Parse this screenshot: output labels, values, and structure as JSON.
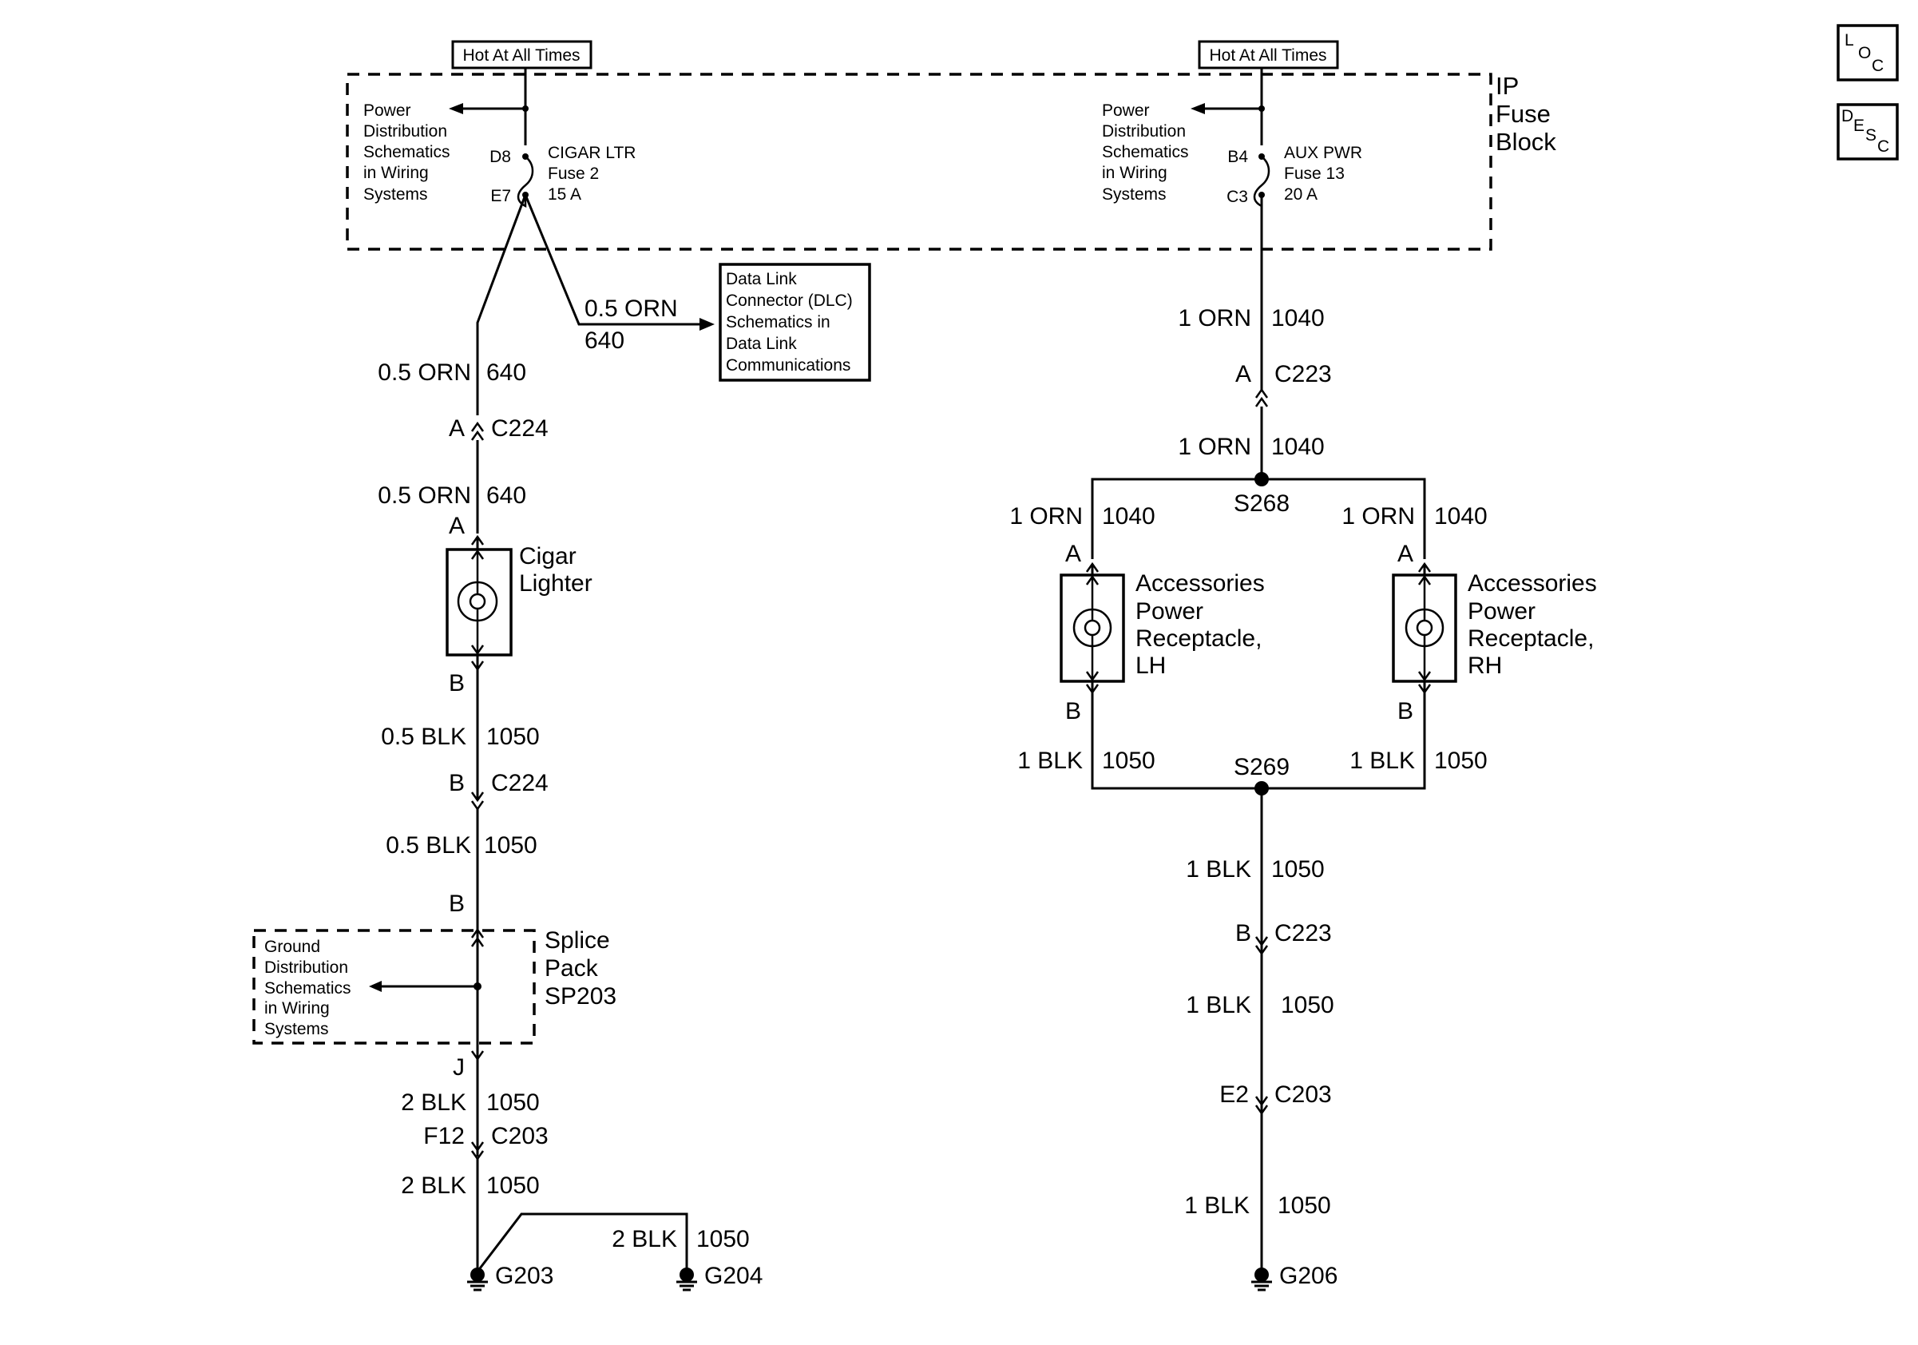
{
  "hot_label_left": "Hot At All Times",
  "hot_label_right": "Hot At All Times",
  "ip_fuse_block": [
    "IP",
    "Fuse",
    "Block"
  ],
  "power_dist_left": [
    "Power",
    "Distribution",
    "Schematics",
    "in Wiring",
    "Systems"
  ],
  "power_dist_right": [
    "Power",
    "Distribution",
    "Schematics",
    "in Wiring",
    "Systems"
  ],
  "fuse2": {
    "pin_in": "D8",
    "pin_out": "E7",
    "lines": [
      "CIGAR LTR",
      "Fuse 2",
      "15 A"
    ]
  },
  "fuse13": {
    "pin_in": "B4",
    "pin_out": "C3",
    "lines": [
      "AUX PWR",
      "Fuse 13",
      "20 A"
    ]
  },
  "dlc_box": [
    "Data Link",
    "Connector (DLC)",
    "Schematics in",
    "Data Link",
    "Communications"
  ],
  "left": {
    "dlc_wire_gauge": "0.5 ORN",
    "dlc_wire_circuit": "640",
    "wire1_gauge": "0.5 ORN",
    "wire1_circuit": "640",
    "c224a_pin": "A",
    "c224a_conn": "C224",
    "wire2_gauge": "0.5 ORN",
    "wire2_circuit": "640",
    "lighter_pin_a": "A",
    "lighter_lines": [
      "Cigar",
      "Lighter"
    ],
    "lighter_pin_b": "B",
    "wire3_gauge": "0.5 BLK",
    "wire3_circuit": "1050",
    "c224b_pin": "B",
    "c224b_conn": "C224",
    "wire4_gauge": "0.5 BLK",
    "wire4_circuit": "1050",
    "splice_pin_b": "B",
    "splice_lines": [
      "Splice",
      "Pack",
      "SP203"
    ],
    "splice_pin_j": "J",
    "ground_dist": [
      "Ground",
      "Distribution",
      "Schematics",
      "in Wiring",
      "Systems"
    ],
    "wire5_gauge": "2 BLK",
    "wire5_circuit": "1050",
    "c203_pin": "F12",
    "c203_conn": "C203",
    "wire6_gauge": "2 BLK",
    "wire6_circuit": "1050",
    "wire7_gauge": "2 BLK",
    "wire7_circuit": "1050",
    "ground1": "G203",
    "ground2": "G204"
  },
  "right": {
    "wire1_gauge": "1 ORN",
    "wire1_circuit": "1040",
    "c223a_pin": "A",
    "c223a_conn": "C223",
    "wire2_gauge": "1 ORN",
    "wire2_circuit": "1040",
    "splice_top": "S268",
    "lh_wire_gauge": "1 ORN",
    "lh_wire_circuit": "1040",
    "rh_wire_gauge": "1 ORN",
    "rh_wire_circuit": "1040",
    "lh_pin_a": "A",
    "lh_pin_b": "B",
    "lh_lines": [
      "Accessories",
      "Power",
      "Receptacle,",
      "LH"
    ],
    "rh_pin_a": "A",
    "rh_pin_b": "B",
    "rh_lines": [
      "Accessories",
      "Power",
      "Receptacle,",
      "RH"
    ],
    "lh_blk_gauge": "1 BLK",
    "lh_blk_circuit": "1050",
    "rh_blk_gauge": "1 BLK",
    "rh_blk_circuit": "1050",
    "splice_bottom": "S269",
    "wire3_gauge": "1 BLK",
    "wire3_circuit": "1050",
    "c223b_pin": "B",
    "c223b_conn": "C223",
    "wire4_gauge": "1 BLK",
    "wire4_circuit": "1050",
    "c203_pin": "E2",
    "c203_conn": "C203",
    "wire5_gauge": "1 BLK",
    "wire5_circuit": "1050",
    "ground": "G206"
  },
  "loc_button": {
    "letters": [
      "L",
      "O",
      "C"
    ]
  },
  "desc_button": {
    "letters": [
      "D",
      "E",
      "S",
      "C"
    ]
  }
}
